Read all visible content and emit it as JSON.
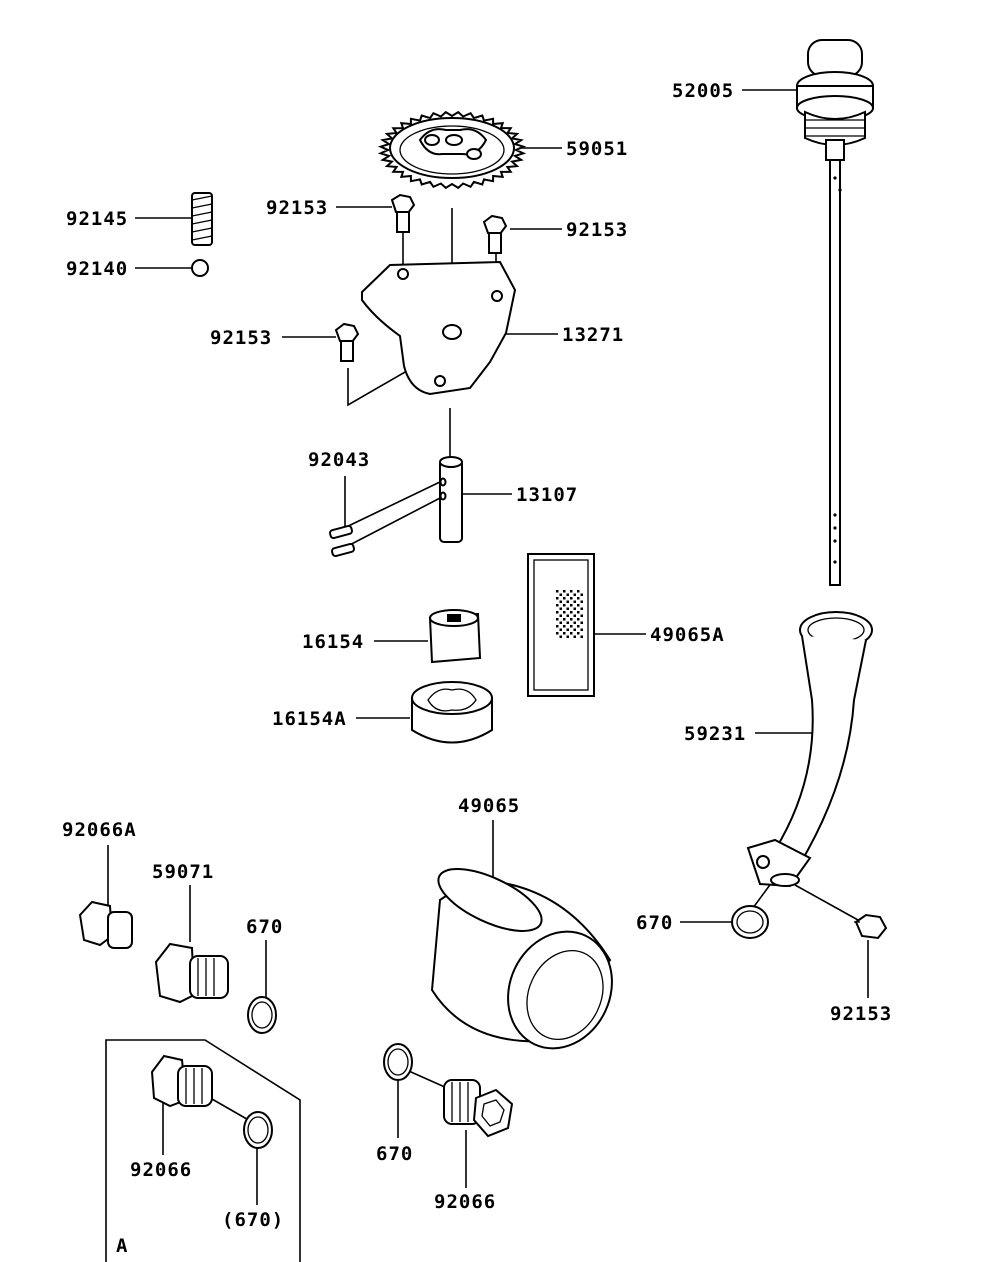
{
  "parts": [
    {
      "key": "p52005",
      "label": "52005"
    },
    {
      "key": "p59051",
      "label": "59051"
    },
    {
      "key": "p92145",
      "label": "92145"
    },
    {
      "key": "p92140",
      "label": "92140"
    },
    {
      "key": "p92153a",
      "label": "92153"
    },
    {
      "key": "p92153b",
      "label": "92153"
    },
    {
      "key": "p92153c",
      "label": "92153"
    },
    {
      "key": "p13271",
      "label": "13271"
    },
    {
      "key": "p92043",
      "label": "92043"
    },
    {
      "key": "p13107",
      "label": "13107"
    },
    {
      "key": "p16154",
      "label": "16154"
    },
    {
      "key": "p49065A",
      "label": "49065A"
    },
    {
      "key": "p16154A",
      "label": "16154A"
    },
    {
      "key": "p59231",
      "label": "59231"
    },
    {
      "key": "p92066A",
      "label": "92066A"
    },
    {
      "key": "p49065",
      "label": "49065"
    },
    {
      "key": "p59071",
      "label": "59071"
    },
    {
      "key": "p670a",
      "label": "670"
    },
    {
      "key": "p670b",
      "label": "670"
    },
    {
      "key": "p670c",
      "label": "670"
    },
    {
      "key": "p92153d",
      "label": "92153"
    },
    {
      "key": "p92066a",
      "label": "92066"
    },
    {
      "key": "p670paren",
      "label": "(670)"
    },
    {
      "key": "p92066b",
      "label": "92066"
    },
    {
      "key": "inset",
      "label": "A"
    }
  ]
}
